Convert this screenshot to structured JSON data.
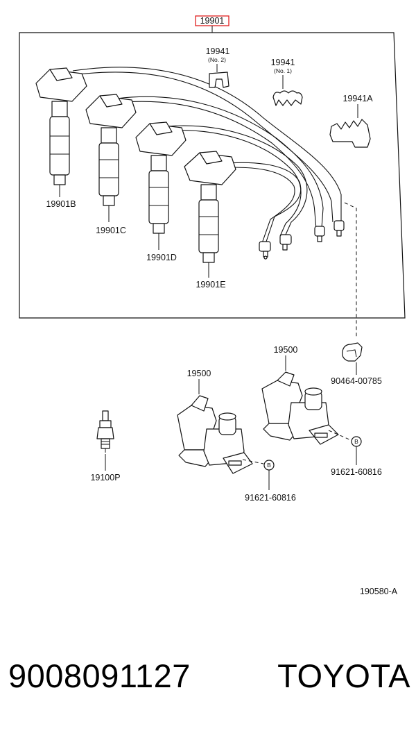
{
  "colors": {
    "ink": "#111111",
    "highlight": "#e02020",
    "background": "#ffffff"
  },
  "diagram": {
    "assembly_label": "19901",
    "parts": {
      "holder_no2": {
        "number": "19941",
        "sub": "(No. 2)"
      },
      "holder_no1": {
        "number": "19941",
        "sub": "(No. 1)"
      },
      "holder_a": "19941A",
      "cord_b": "19901B",
      "cord_c": "19901C",
      "cord_d": "19901D",
      "cord_e": "19901E",
      "clamp": "90464-00785",
      "coil_right": "19500",
      "coil_left": "19500",
      "spark_plug": "19100P",
      "bolt_right": "91621-60816",
      "bolt_left": "91621-60816",
      "bolt_marker": "B"
    },
    "figure_ref": "190580-A"
  },
  "footer": {
    "part_number": "9008091127",
    "brand": "TOYOTA"
  }
}
